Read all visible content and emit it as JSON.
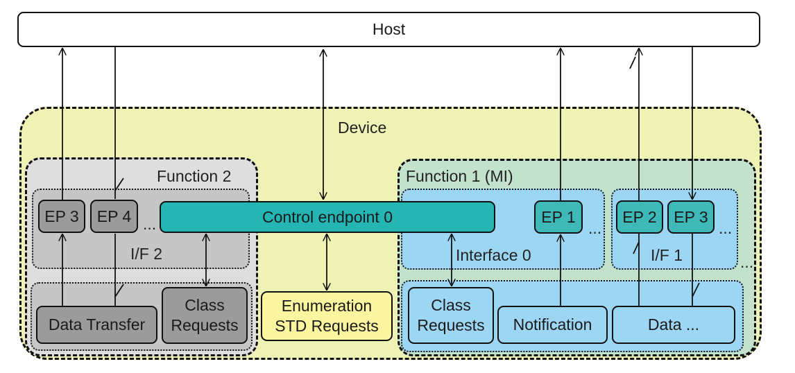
{
  "colors": {
    "device_bg": "#eef2b4",
    "function2_bg": "#dedede",
    "function2_inner": "#c6c6c6",
    "function2_box": "#9b9b9b",
    "function1_bg": "#c3e2cc",
    "function1_inner": "#9dd6f2",
    "function1_ep": "#3fb8b8",
    "control_ep": "#25b5b3",
    "enum_box": "#fbf5a0",
    "stroke": "#111111"
  },
  "host": {
    "label": "Host"
  },
  "device": {
    "label": "Device"
  },
  "function2": {
    "label": "Function 2",
    "interface_label": "I/F 2",
    "endpoints": [
      "EP 3",
      "EP 4"
    ],
    "ellipsis": "...",
    "data_transfer": "Data Transfer",
    "class_requests": [
      "Class",
      "Requests"
    ]
  },
  "control_endpoint": {
    "label": "Control endpoint 0"
  },
  "enumeration": {
    "lines": [
      "Enumeration",
      "STD Requests"
    ]
  },
  "function1": {
    "label": "Function 1 (MI)",
    "interface0_label": "Interface 0",
    "interface1_label": "I/F 1",
    "ep1": "EP 1",
    "ep2": "EP 2",
    "ep3": "EP 3",
    "ellipsis": "...",
    "class_requests": [
      "Class",
      "Requests"
    ],
    "notification": "Notification",
    "data": "Data ..."
  }
}
